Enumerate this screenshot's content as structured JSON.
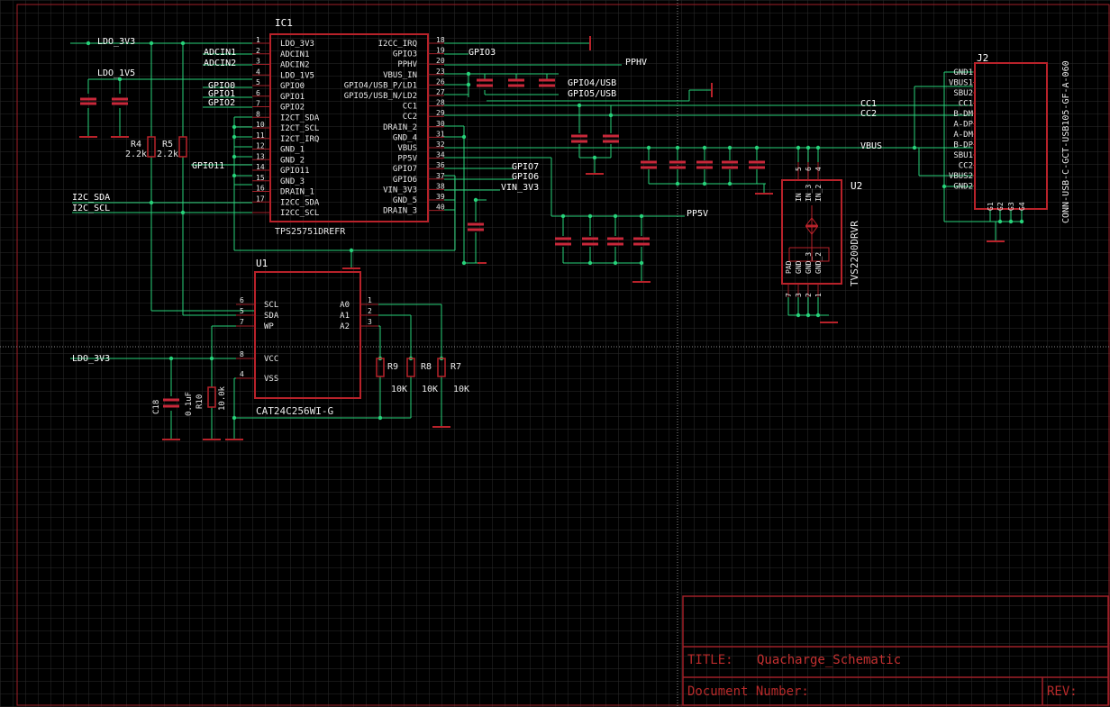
{
  "ic1": {
    "ref": "IC1",
    "part": "TPS25751DREFR",
    "left_pins": [
      {
        "num": "1",
        "name": "LDO_3V3"
      },
      {
        "num": "2",
        "name": "ADCIN1"
      },
      {
        "num": "3",
        "name": "ADCIN2"
      },
      {
        "num": "4",
        "name": "LDO_1V5"
      },
      {
        "num": "5",
        "name": "GPIO0"
      },
      {
        "num": "6",
        "name": "GPIO1"
      },
      {
        "num": "7",
        "name": "GPIO2"
      },
      {
        "num": "8",
        "name": "I2CT_SDA"
      },
      {
        "num": "10",
        "name": "I2CT_SCL"
      },
      {
        "num": "11",
        "name": "I2CT_IRQ"
      },
      {
        "num": "12",
        "name": "GND_1"
      },
      {
        "num": "13",
        "name": "GND_2"
      },
      {
        "num": "14",
        "name": "GPIO11"
      },
      {
        "num": "15",
        "name": "GND_3"
      },
      {
        "num": "16",
        "name": "DRAIN_1"
      },
      {
        "num": "17",
        "name": "I2CC_SDA"
      },
      {
        "num": "",
        "name": "I2CC_SCL"
      }
    ],
    "right_pins": [
      {
        "num": "18",
        "name": "I2CC_IRQ"
      },
      {
        "num": "19",
        "name": "GPIO3"
      },
      {
        "num": "20",
        "name": "PPHV"
      },
      {
        "num": "23",
        "name": "VBUS_IN"
      },
      {
        "num": "26",
        "name": "GPIO4/USB_P/LD1"
      },
      {
        "num": "27",
        "name": "GPIO5/USB_N/LD2"
      },
      {
        "num": "28",
        "name": "CC1"
      },
      {
        "num": "29",
        "name": "CC2"
      },
      {
        "num": "30",
        "name": "DRAIN_2"
      },
      {
        "num": "31",
        "name": "GND_4"
      },
      {
        "num": "32",
        "name": "VBUS"
      },
      {
        "num": "34",
        "name": "PP5V"
      },
      {
        "num": "36",
        "name": "GPIO7"
      },
      {
        "num": "37",
        "name": "GPIO6"
      },
      {
        "num": "38",
        "name": "VIN_3V3"
      },
      {
        "num": "39",
        "name": "GND_5"
      },
      {
        "num": "40",
        "name": "DRAIN_3"
      }
    ]
  },
  "u1": {
    "ref": "U1",
    "part": "CAT24C256WI-G",
    "left_pins": [
      {
        "num": "6",
        "name": "SCL"
      },
      {
        "num": "5",
        "name": "SDA"
      },
      {
        "num": "7",
        "name": "WP"
      },
      {
        "num": "8",
        "name": "VCC"
      },
      {
        "num": "4",
        "name": "VSS"
      }
    ],
    "right_pins": [
      {
        "num": "1",
        "name": "A0"
      },
      {
        "num": "2",
        "name": "A1"
      },
      {
        "num": "3",
        "name": "A2"
      }
    ]
  },
  "u2": {
    "ref": "U2",
    "part": "TVS2200DRVR",
    "top_pins": [
      "5",
      "6",
      "4"
    ],
    "top_names": [
      "IN",
      "IN_3",
      "IN_2"
    ],
    "bottom_pins": [
      "7",
      "3",
      "2",
      "1"
    ],
    "bottom_names": [
      "PAD",
      "GND",
      "GND_3",
      "GND_2"
    ]
  },
  "j2": {
    "ref": "J2",
    "part": "CONN-USB-C-GCT-USB105-GF-A-060",
    "pins": [
      "GND1",
      "VBUS1",
      "SBU2",
      "CC1",
      "B-DM",
      "A-DP",
      "A-DM",
      "B-DP",
      "SBU1",
      "CC2",
      "VBUS2",
      "GND2"
    ],
    "bottom_pins": [
      "G1",
      "G2",
      "G3",
      "G4"
    ]
  },
  "resistors": {
    "r4": {
      "ref": "R4",
      "value": "2.2k"
    },
    "r5": {
      "ref": "R5",
      "value": "2.2k"
    },
    "r10": {
      "ref": "R10",
      "value": "10.0k"
    },
    "r9": {
      "ref": "R9",
      "value": "10K"
    },
    "r8": {
      "ref": "R8",
      "value": "10K"
    },
    "r7": {
      "ref": "R7",
      "value": "10K"
    }
  },
  "c18": {
    "ref": "C18",
    "value": "0.1uF"
  },
  "nets": {
    "ldo3v3_top": "LDO_3V3",
    "ldo1v5": "LDO_1V5",
    "adcin1": "ADCIN1",
    "adcin2": "ADCIN2",
    "gpio0": "GPIO0",
    "gpio1": "GPIO1",
    "gpio2": "GPIO2",
    "gpio11": "GPIO11",
    "i2c_sda": "I2C_SDA",
    "i2c_scl": "I2C_SCL",
    "gpio3": "GPIO3",
    "pphv": "PPHV",
    "gpio4": "GPIO4/USB",
    "gpio5": "GPIO5/USB",
    "cc1": "CC1",
    "cc2": "CC2",
    "vbus": "VBUS",
    "gpio7": "GPIO7",
    "gpio6": "GPIO6",
    "vin3v3": "VIN_3V3",
    "pp5v": "PP5V",
    "ldo3v3_bottom": "LDO_3V3"
  },
  "title_block": {
    "title_label": "TITLE:",
    "title_value": "Quacharge_Schematic",
    "doc_label": "Document Number:",
    "rev_label": "REV:"
  },
  "colors": {
    "background": "#000000",
    "grid": "#2b2b2b",
    "wire": "#27d27a",
    "component": "#b8222a",
    "text": "#ffffff"
  }
}
